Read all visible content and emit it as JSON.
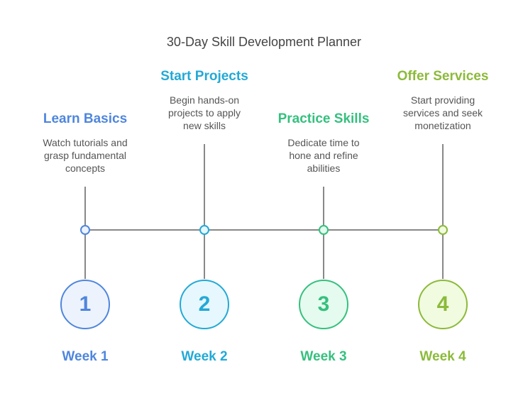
{
  "title": "30-Day Skill Development Planner",
  "stages": [
    {
      "number": "1",
      "heading": "Learn Basics",
      "description": "Watch tutorials and grasp fundamental concepts",
      "week": "Week 1",
      "color": "#4f86dd",
      "fill": "#edf3fd"
    },
    {
      "number": "2",
      "heading": "Start Projects",
      "description": "Begin hands-on projects to apply new skills",
      "week": "Week 2",
      "color": "#23a9d6",
      "fill": "#e6f7fd"
    },
    {
      "number": "3",
      "heading": "Practice Skills",
      "description": "Dedicate time to hone and refine abilities",
      "week": "Week 3",
      "color": "#35c07e",
      "fill": "#e5fbef"
    },
    {
      "number": "4",
      "heading": "Offer Services",
      "description": "Start providing services and seek monetization",
      "week": "Week 4",
      "color": "#8cba3a",
      "fill": "#f1fbe0"
    }
  ],
  "line_color": "#888888"
}
